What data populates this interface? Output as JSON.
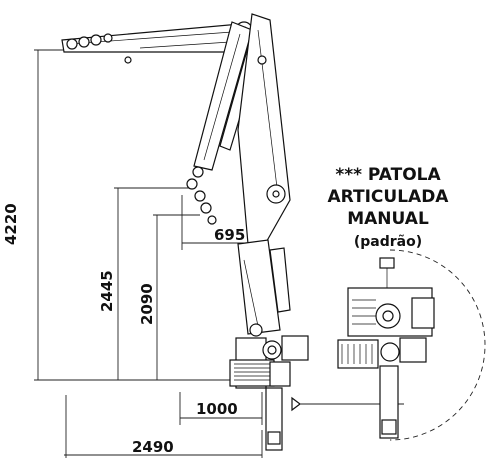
{
  "dimensions": {
    "height_total": "4220",
    "height_mid": "2445",
    "height_low": "2090",
    "reach_hook": "695",
    "reach_base": "1000",
    "width_total": "2490"
  },
  "note": {
    "line1": "*** PATOLA",
    "line2": "ARTICULADA",
    "line3": "MANUAL",
    "line4": "(padrão)"
  }
}
